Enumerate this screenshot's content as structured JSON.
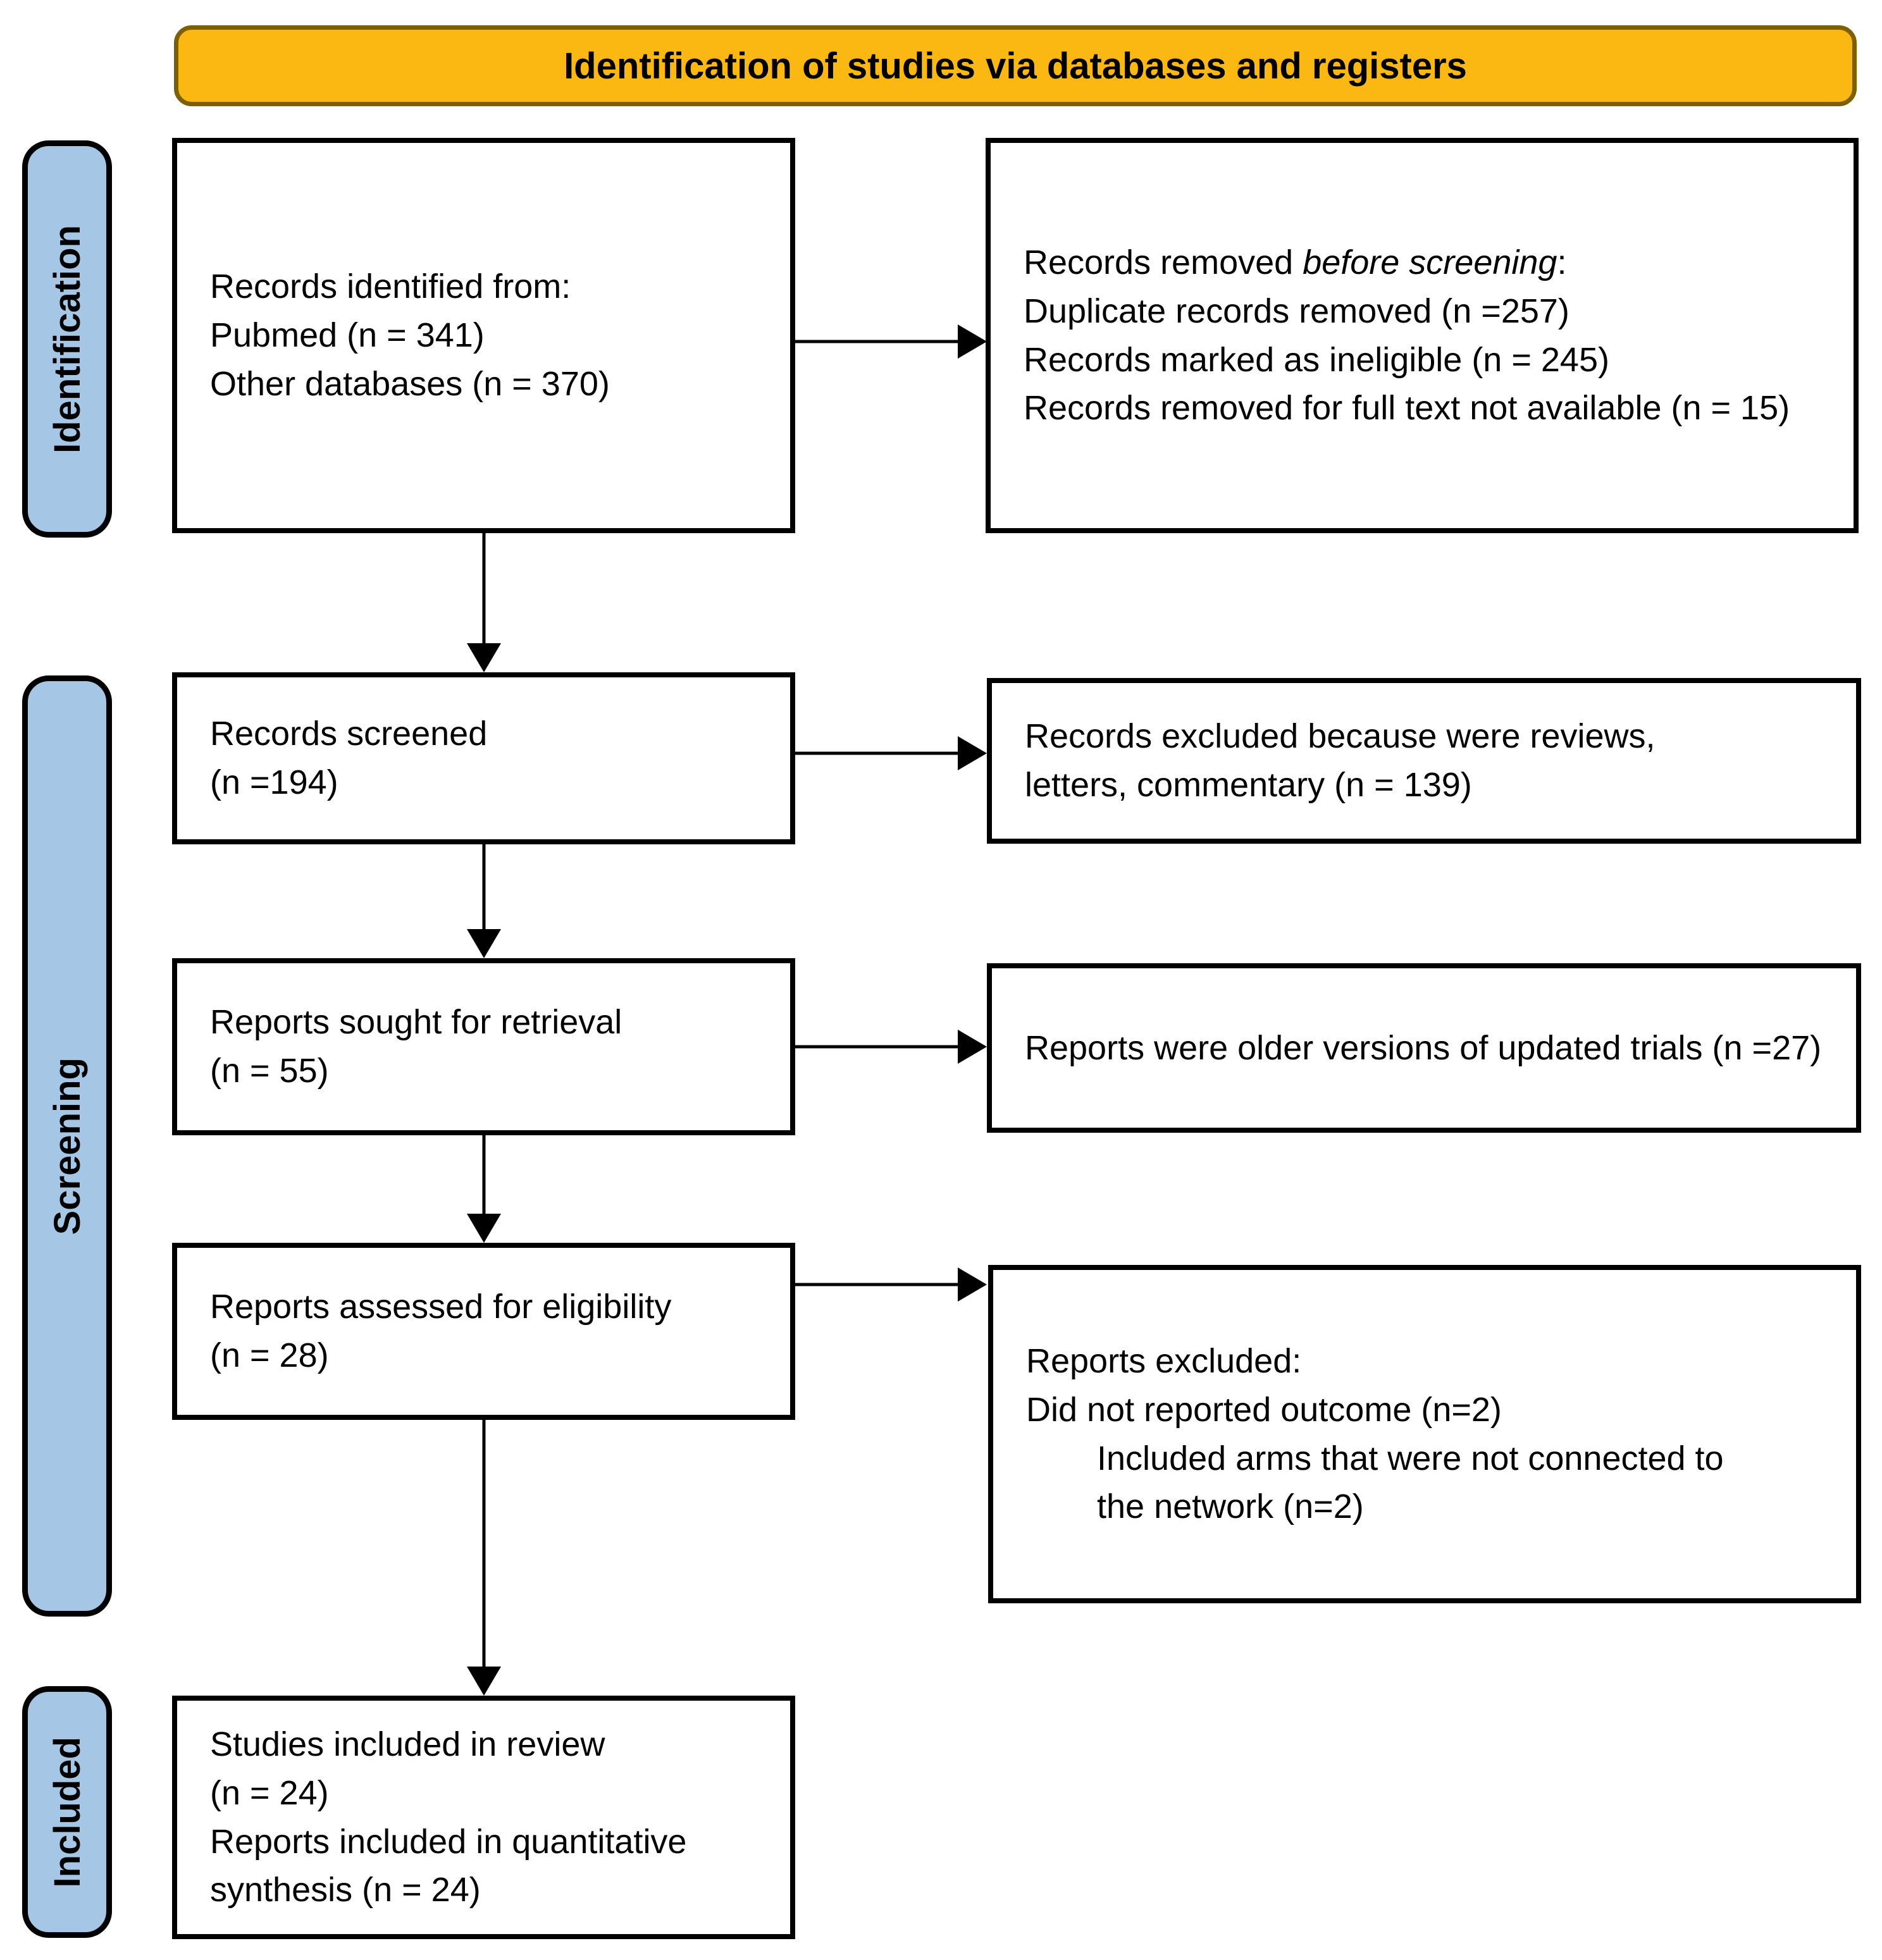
{
  "header": {
    "title": "Identification of studies via databases and registers"
  },
  "stages": {
    "identification": "Identification",
    "screening": "Screening",
    "included": "Included"
  },
  "boxes": {
    "identified": {
      "lines": [
        "Records identified from:",
        "Pubmed (n = 341)",
        "Other databases (n = 370)"
      ]
    },
    "removed_before_screening": {
      "line1_prefix": "Records removed ",
      "line1_italic": "before screening",
      "line1_suffix": ":",
      "lines": [
        "Duplicate records removed (n =257)",
        "Records marked as ineligible (n = 245)",
        "Records removed for full text not available (n = 15)"
      ]
    },
    "screened": {
      "lines": [
        "Records screened",
        "(n =194)"
      ]
    },
    "excluded_reviews": {
      "lines": [
        "Records excluded because were reviews,",
        "letters, commentary (n = 139)"
      ]
    },
    "sought": {
      "lines": [
        "Reports sought for retrieval",
        "(n = 55)"
      ]
    },
    "older_versions": {
      "lines": [
        "Reports were older versions of updated trials (n =27)"
      ]
    },
    "assessed": {
      "lines": [
        "Reports assessed for eligibility",
        "(n = 28)"
      ]
    },
    "reports_excluded": {
      "lines": [
        "Reports excluded:",
        "Did not reported outcome (n=2)"
      ],
      "indented_lines": [
        "Included arms that were not connected to",
        "the network (n=2)"
      ]
    },
    "included_review": {
      "lines": [
        "Studies included in review",
        "(n = 24)",
        "Reports included in quantitative",
        "synthesis (n = 24)"
      ]
    }
  },
  "colors": {
    "header_bg": "#FBB813",
    "header_border": "#7E6000",
    "stage_bg": "#A5C6E5",
    "stage_border": "#000000",
    "box_border": "#000000",
    "box_bg": "#FFFFFF"
  }
}
